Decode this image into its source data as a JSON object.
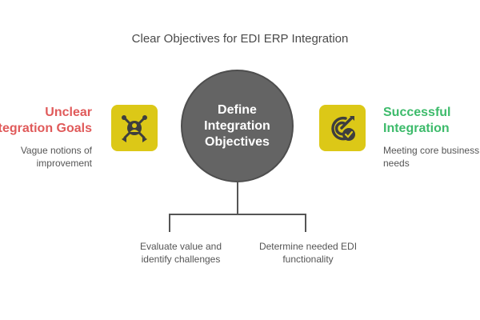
{
  "title": "Clear Objectives for EDI ERP Integration",
  "center": {
    "lines": [
      "Define",
      "Integration",
      "Objectives"
    ]
  },
  "left": {
    "title_lines": [
      "Unclear",
      "Integration Goals"
    ],
    "desc_lines": [
      "Vague notions of",
      "improvement"
    ],
    "icon": "network-person-icon",
    "color": "#e05a5a"
  },
  "right": {
    "title_lines": [
      "Successful",
      "Integration"
    ],
    "desc_lines": [
      "Meeting core business",
      "needs"
    ],
    "icon": "target-check-icon",
    "color": "#3dbb6b"
  },
  "branches": [
    {
      "lines": [
        "Evaluate value and",
        "identify challenges"
      ]
    },
    {
      "lines": [
        "Determine needed EDI",
        "functionality"
      ]
    }
  ],
  "colors": {
    "icon_bg": "#dcc817",
    "circle": "#646464",
    "lines": "#555555"
  }
}
